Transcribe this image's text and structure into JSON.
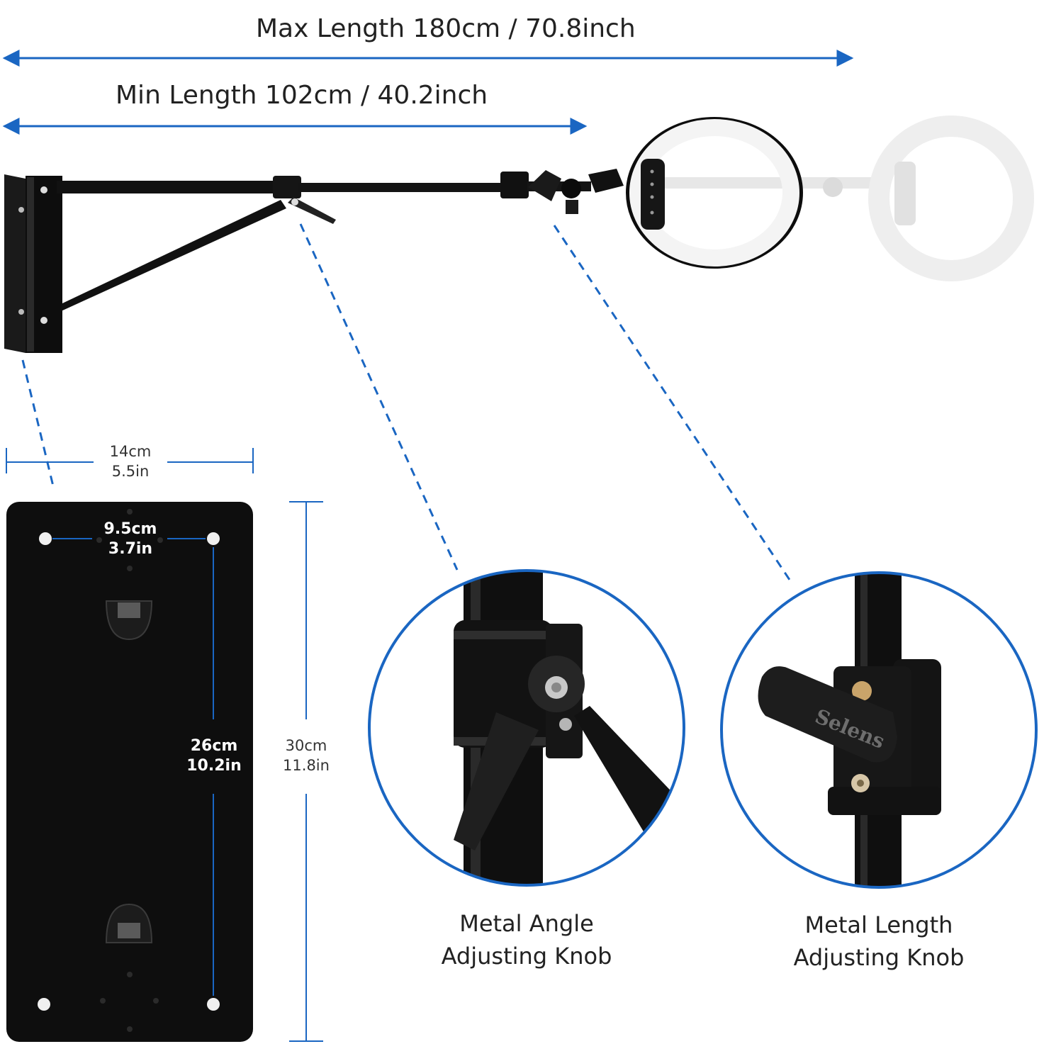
{
  "dimensions": {
    "max_length": "Max Length 180cm / 70.8inch",
    "min_length": "Min Length 102cm / 40.2inch"
  },
  "plate": {
    "width_cm": "14cm",
    "width_in": "5.5in",
    "hole_spacing_cm": "9.5cm",
    "hole_spacing_in": "3.7in",
    "hole_vertical_cm": "26cm",
    "hole_vertical_in": "10.2in",
    "height_cm": "30cm",
    "height_in": "11.8in"
  },
  "details": {
    "angle_knob_line1": "Metal Angle",
    "angle_knob_line2": "Adjusting Knob",
    "length_knob_line1": "Metal Length",
    "length_knob_line2": "Adjusting Knob",
    "knob_brand": "Selens"
  },
  "colors": {
    "accent": "#1a66c2",
    "metal": "#111111",
    "ring_glow": "#f4f4f4"
  }
}
